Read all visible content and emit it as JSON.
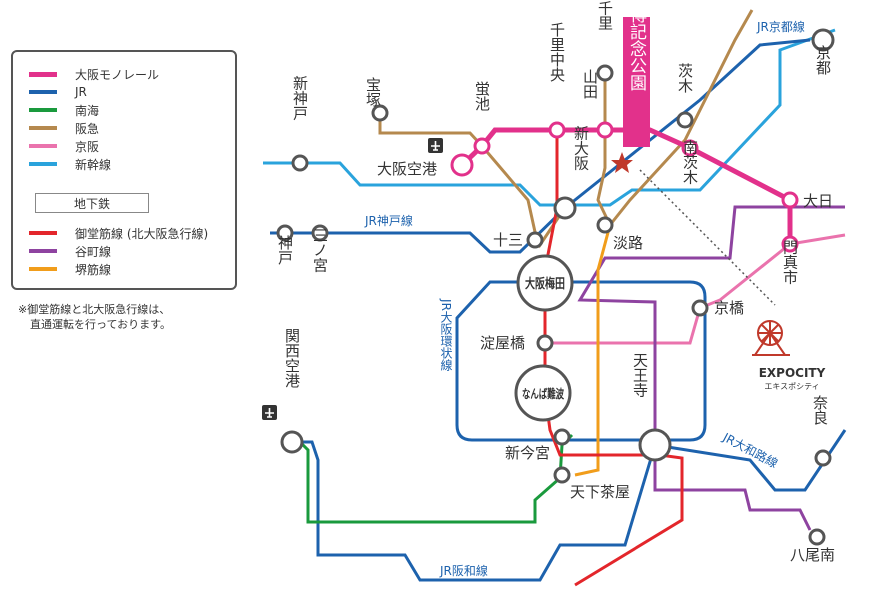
{
  "legend": {
    "items": [
      {
        "label": "大阪モノレール",
        "color": "#e2318b"
      },
      {
        "label": "JR",
        "color": "#1d62ad"
      },
      {
        "label": "南海",
        "color": "#1a9a3d"
      },
      {
        "label": "阪急",
        "color": "#b5894e"
      },
      {
        "label": "京阪",
        "color": "#ea73ad"
      },
      {
        "label": "新幹線",
        "color": "#2aa3dc"
      }
    ],
    "subway_heading": "地下鉄",
    "subway_items": [
      {
        "label": "御堂筋線 (北大阪急行線)",
        "color": "#e3262b"
      },
      {
        "label": "谷町線",
        "color": "#8e43a0"
      },
      {
        "label": "堺筋線",
        "color": "#f19d1b"
      }
    ]
  },
  "note": {
    "line1": "※御堂筋線と北大阪急行線は、",
    "line2": "直通運転を行っております。"
  },
  "line_labels": {
    "jr_kyoto": "JR京都線",
    "jr_kobe": "JR神戸線",
    "jr_loop": "JR大阪環状線",
    "jr_yamatoji": "JR大和路線",
    "jr_hanwa": "JR阪和線"
  },
  "stations": {
    "shin_kobe": "新神戸",
    "takarazuka": "宝塚",
    "hotarugaike": "蛍池",
    "osaka_airport": "大阪空港",
    "senri_chuo": "千里中央",
    "kita_senri": "北千里",
    "yamada": "山田",
    "banpaku": "万博記念公園",
    "ibaraki": "茨木",
    "kyoto": "京都",
    "minami_ibaraki": "南茨木",
    "dainichi": "大日",
    "kadoma": "門真市",
    "shin_osaka": "新大阪",
    "awaji": "淡路",
    "kobe": "神戸",
    "sannomiya": "三ノ宮",
    "juso": "十三",
    "umeda": "大阪梅田",
    "kyobashi": "京橋",
    "yodoyabashi": "淀屋橋",
    "namba": "なんば難波",
    "tennoji": "天王寺",
    "kansai_airport": "関西空港",
    "shin_imamiya": "新今宮",
    "tengachaya": "天下茶屋",
    "nara": "奈良",
    "yao_minami": "八尾南"
  },
  "expocity": {
    "name": "EXPOCITY",
    "kana": "エキスポシティ"
  }
}
